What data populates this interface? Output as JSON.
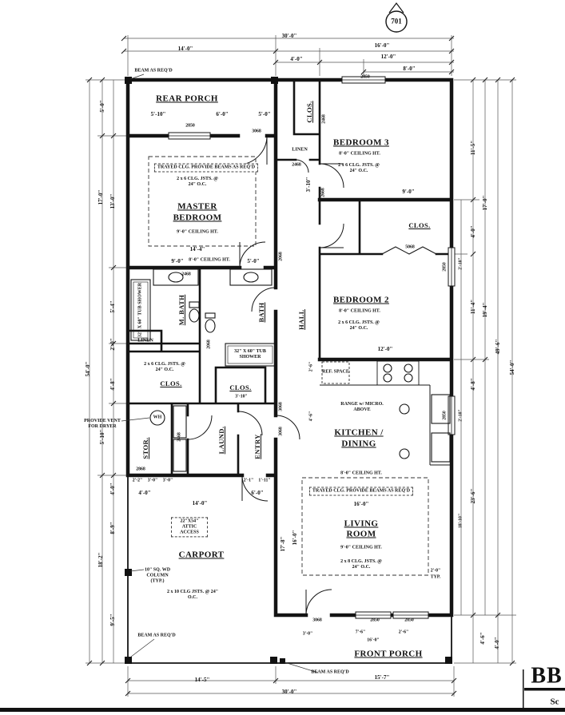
{
  "sheet": {
    "marker": "701",
    "logo": "BB",
    "scale_note": "Sc"
  },
  "rooms": {
    "rear_porch": "REAR PORCH",
    "master1": "MASTER",
    "master2": "BEDROOM",
    "bedroom3": "BEDROOM 3",
    "bedroom2": "BEDROOM 2",
    "clos_top": "CLOS.",
    "clos_right": "CLOS.",
    "clos_left": "CLOS.",
    "clos_mid": "CLOS.",
    "mbath": "M. BATH",
    "bath": "BATH",
    "hall": "HALL",
    "linen_top": "LINEN",
    "linen_left": "LINEN",
    "stor": "STOR.",
    "laund": "LAUND.",
    "entry": "ENTRY",
    "kitchen1": "KITCHEN /",
    "kitchen2": "DINING",
    "living1": "LIVING",
    "living2": "ROOM",
    "carport": "CARPORT",
    "front_porch": "FRONT PORCH"
  },
  "ann": {
    "beam": "BEAM AS REQ'D",
    "tray": "TRAYED CLG. PROVIDE BEAMS AS REQ'D",
    "clg9": "9'-0\" CEILING HT.",
    "clg8": "8'-0\" CEILING HT.",
    "jsts26": "2 x 6 CLG. JSTS. @ 24\" O.C.",
    "jsts28": "2 x 8 CLG. JSTS. @ 24\" O.C.",
    "jsts210": "2 x 10 CLG JSTS. @ 24\" O.C.",
    "tub": "32\" X 60\" TUB SHOWER",
    "vent": "PROVIDE VENT FOR DRYER",
    "wh": "WH",
    "ref": "REF. SPACE",
    "range": "RANGE w/ MICRO. ABOVE",
    "attic": "22\"X54\" ATTIC ACCESS",
    "column": "10\" SQ. WD COLUMN (TYP.)"
  },
  "dims": [
    "30'-0\"",
    "14'-0\"",
    "16'-0\"",
    "4'-0\"",
    "12'-0\"",
    "8'-0\"",
    "2850",
    "5'-10\"",
    "6'-0\"",
    "5'-0\"",
    "2850",
    "3068",
    "2468",
    "2468",
    "3'-10\"",
    "2668",
    "9'-0\"",
    "5068",
    "5'-0\"",
    "17'-0\"",
    "13'-0\"",
    "5'-4\"",
    "2'-0\"",
    "4'-8\"",
    "5'-10\"",
    "54'-0\"",
    "4'-0\"",
    "8'-9\"",
    "18'-2\"",
    "9'-5\"",
    "11'-5\"",
    "17'-0\"",
    "4'-0\"",
    "2'-10\"",
    "11'-4\"",
    "19'-4\"",
    "49'-6\"",
    "54'-0\"",
    "4'-8\"",
    "2'-10\"",
    "23'-6\"",
    "18'-10\"",
    "4'-6\"",
    "4'-0\"",
    "14'-5\"",
    "15'-7\"",
    "30'-0\"",
    "3'-0\"",
    "7'-6\"",
    "2'-6\"",
    "16'-0\"",
    "3068",
    "2850",
    "2850",
    "14'-4\"",
    "9'-0\"",
    "5'-0\"",
    "2468",
    "2068",
    "12'-0\"",
    "2'-6\"",
    "4'-6\"",
    "16'-0\"",
    "17'-8\"",
    "16'-0\"",
    "3068",
    "2868",
    "2'-2\"",
    "3'-0\"",
    "3'-0\"",
    "2'-1\"",
    "1'-11\"",
    "4'-0\"",
    "14'-0\"",
    "6'-0\"",
    "2'-0\"",
    "TYP.",
    "2850",
    "2850",
    "2468",
    "3'-10\"",
    "2068",
    "3068"
  ]
}
